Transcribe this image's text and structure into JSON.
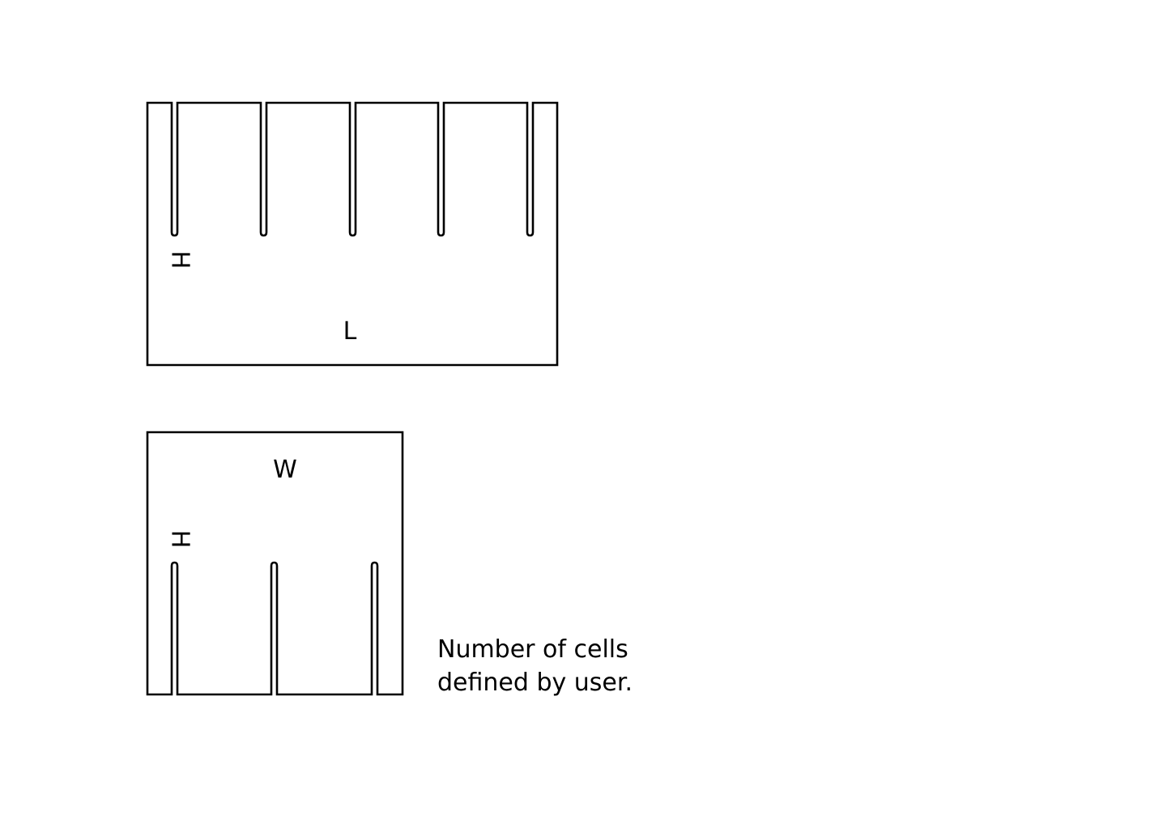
{
  "top_piece": {
    "length_label": "L",
    "height_label": "H",
    "slot_count": 5
  },
  "bottom_piece": {
    "width_label": "W",
    "height_label": "H",
    "slot_count": 3
  },
  "note": {
    "line1": "Number of cells",
    "line2": "defined by user."
  },
  "colors": {
    "line": "#000000",
    "background": "#ffffff"
  }
}
